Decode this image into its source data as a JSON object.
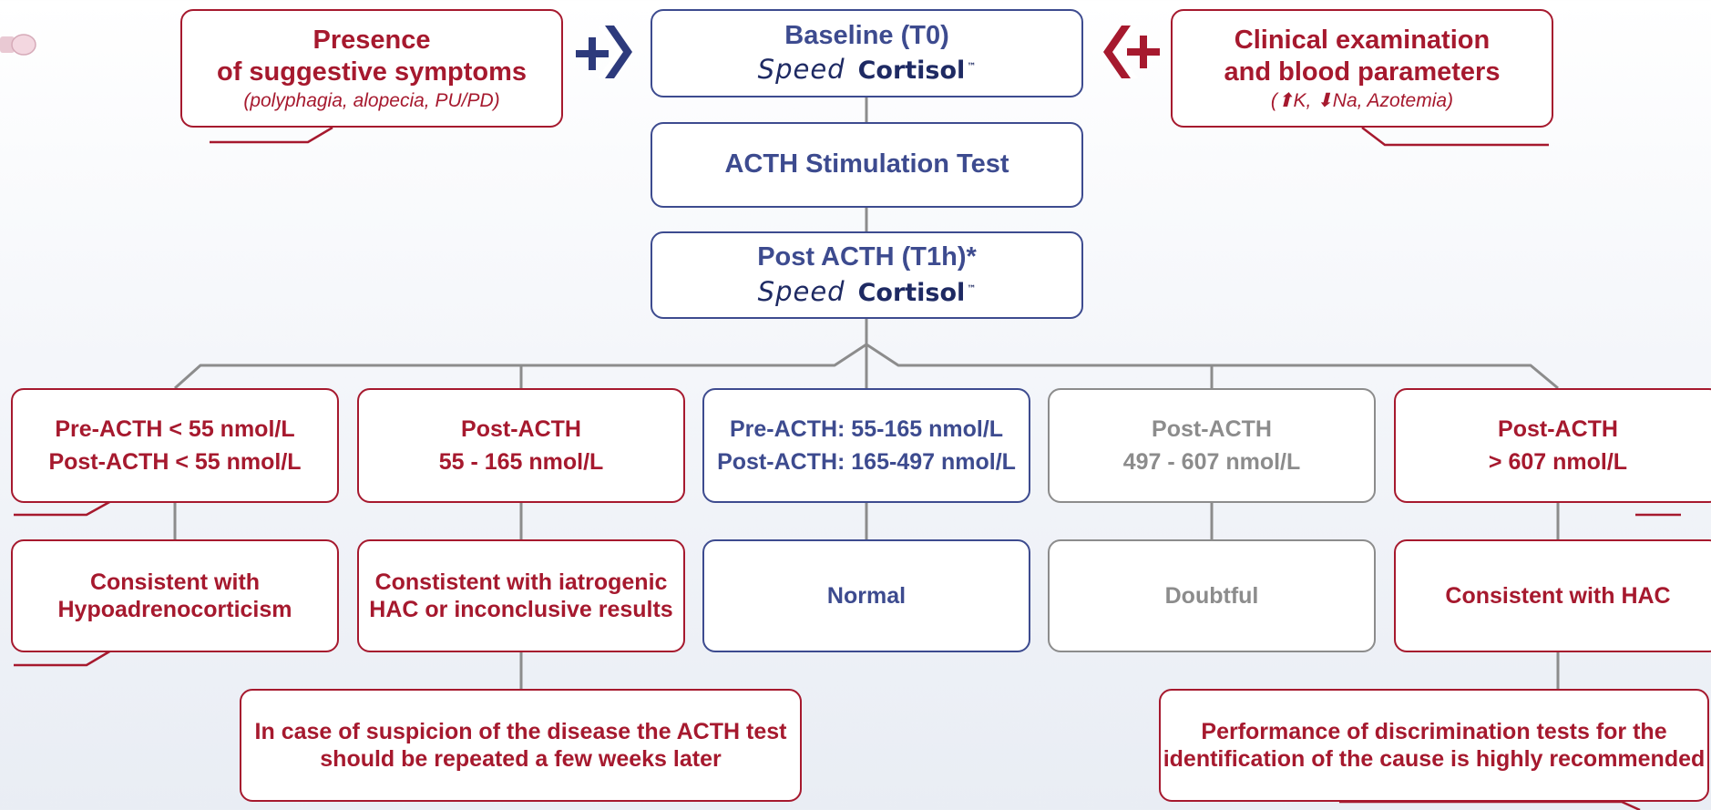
{
  "colors": {
    "red": "#a6192e",
    "blue": "#3d4b8f",
    "grey": "#8c8c8c",
    "line": "#8c8c8c"
  },
  "symptoms": {
    "title_line1": "Presence",
    "title_line2": "of suggestive symptoms",
    "note": "(polyphagia, alopecia, PU/PD)"
  },
  "clinical": {
    "title_line1": "Clinical examination",
    "title_line2": "and blood parameters",
    "note": "(⬆K, ⬇Na, Azotemia)"
  },
  "baseline": {
    "title": "Baseline (T0)",
    "brand_speed": "Speed",
    "brand_cortisol": "Cortisol",
    "tm": "™"
  },
  "acth_test": {
    "title": "ACTH Stimulation Test"
  },
  "post": {
    "title": "Post ACTH (T1h)*",
    "brand_speed": "Speed",
    "brand_cortisol": "Cortisol",
    "tm": "™"
  },
  "ranges": [
    {
      "line1": "Pre-ACTH < 55 nmol/L",
      "line2": "Post-ACTH < 55 nmol/L"
    },
    {
      "line1": "Post-ACTH",
      "line2": "55 - 165 nmol/L"
    },
    {
      "line1": "Pre-ACTH: 55-165 nmol/L",
      "line2": "Post-ACTH: 165-497 nmol/L"
    },
    {
      "line1": "Post-ACTH",
      "line2": "497 - 607 nmol/L"
    },
    {
      "line1": "Post-ACTH",
      "line2": "> 607 nmol/L"
    }
  ],
  "outcomes": [
    {
      "line1": "Consistent with",
      "line2": "Hypoadrenocorticism"
    },
    {
      "line1": "Constistent with iatrogenic",
      "line2": "HAC or inconclusive results"
    },
    {
      "line1": "Normal"
    },
    {
      "line1": "Doubtful"
    },
    {
      "line1": "Consistent with HAC"
    }
  ],
  "notes": {
    "repeat": {
      "line1": "In case of suspicion of the disease the ACTH test",
      "line2": "should be repeated a few weeks later"
    },
    "discrimination": {
      "line1": "Performance of discrimination tests for the",
      "line2": "identification of the cause is highly recommended"
    }
  },
  "icons": {
    "left_arrow": "plus-chevron-right-icon",
    "right_arrow": "chevron-left-plus-icon"
  }
}
